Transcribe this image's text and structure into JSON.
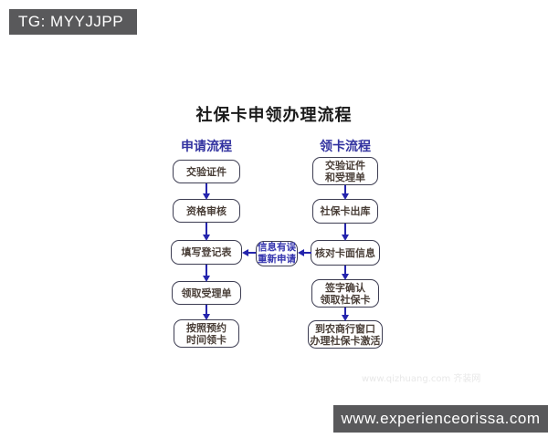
{
  "banners": {
    "tg": "TG: MYYJJPP",
    "site": "www.experienceorissa.com"
  },
  "diagram": {
    "title": "社保卡申领办理流程",
    "left_column": {
      "header": "申请流程",
      "steps": [
        "交验证件",
        "资格审核",
        "填写登记表",
        "领取受理单",
        "按照预约\n时间领卡"
      ]
    },
    "right_column": {
      "header": "领卡流程",
      "steps": [
        "交验证件\n和受理单",
        "社保卡出库",
        "核对卡面信息",
        "签字确认\n领取社保卡",
        "到农商行窗口\n办理社保卡激活"
      ]
    },
    "feedback_box": "信息有误\n重新申请",
    "watermark": "www.qizhuang.com 齐装网",
    "colors": {
      "arrow": "#2424ad",
      "box_border": "#3d3d52",
      "box_text": "#4a3f38",
      "header_text": "#3333a0",
      "feedback_text": "#3434ae",
      "banner_bg": "#59595b",
      "title_text": "#1a1a1a"
    }
  }
}
